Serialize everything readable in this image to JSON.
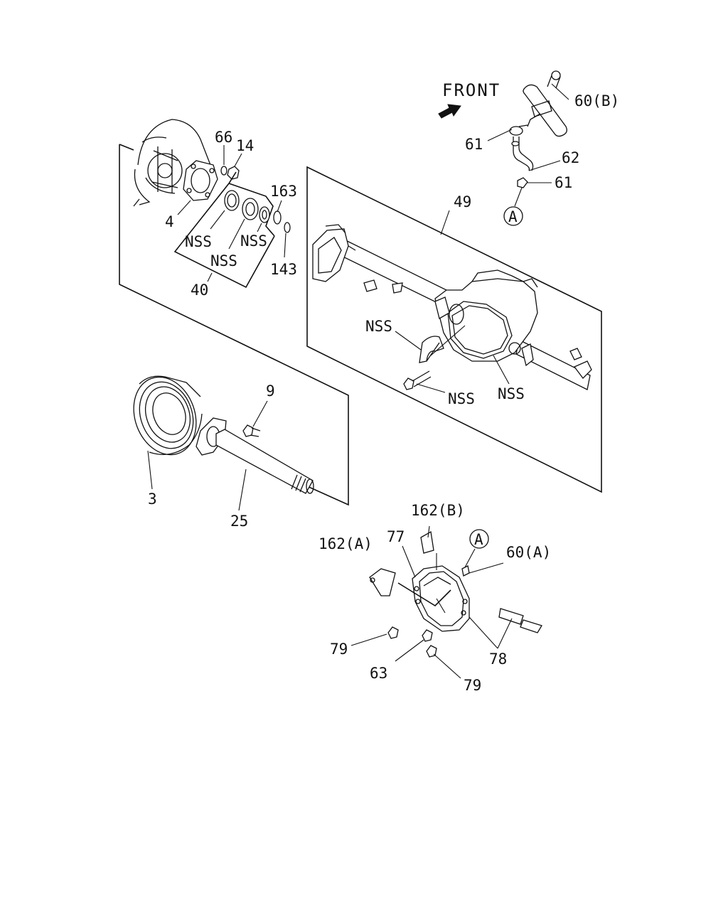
{
  "diagram": {
    "front_label": "FRONT",
    "callouts": {
      "c60b": "60(B)",
      "c61a": "61",
      "c62": "62",
      "c61b": "61",
      "c66": "66",
      "c14": "14",
      "c163": "163",
      "c49": "49",
      "c4": "4",
      "cnss1": "NSS",
      "cnss2": "NSS",
      "cnss3": "NSS",
      "c143": "143",
      "c40": "40",
      "cnss4": "NSS",
      "cnss5": "NSS",
      "cnss6": "NSS",
      "c9": "9",
      "c3": "3",
      "c25": "25",
      "c162b": "162(B)",
      "c162a": "162(A)",
      "c77": "77",
      "c60a": "60(A)",
      "c79a": "79",
      "c63": "63",
      "c78": "78",
      "c79b": "79"
    },
    "ref_marker_top": "A",
    "ref_marker_bottom": "A"
  }
}
